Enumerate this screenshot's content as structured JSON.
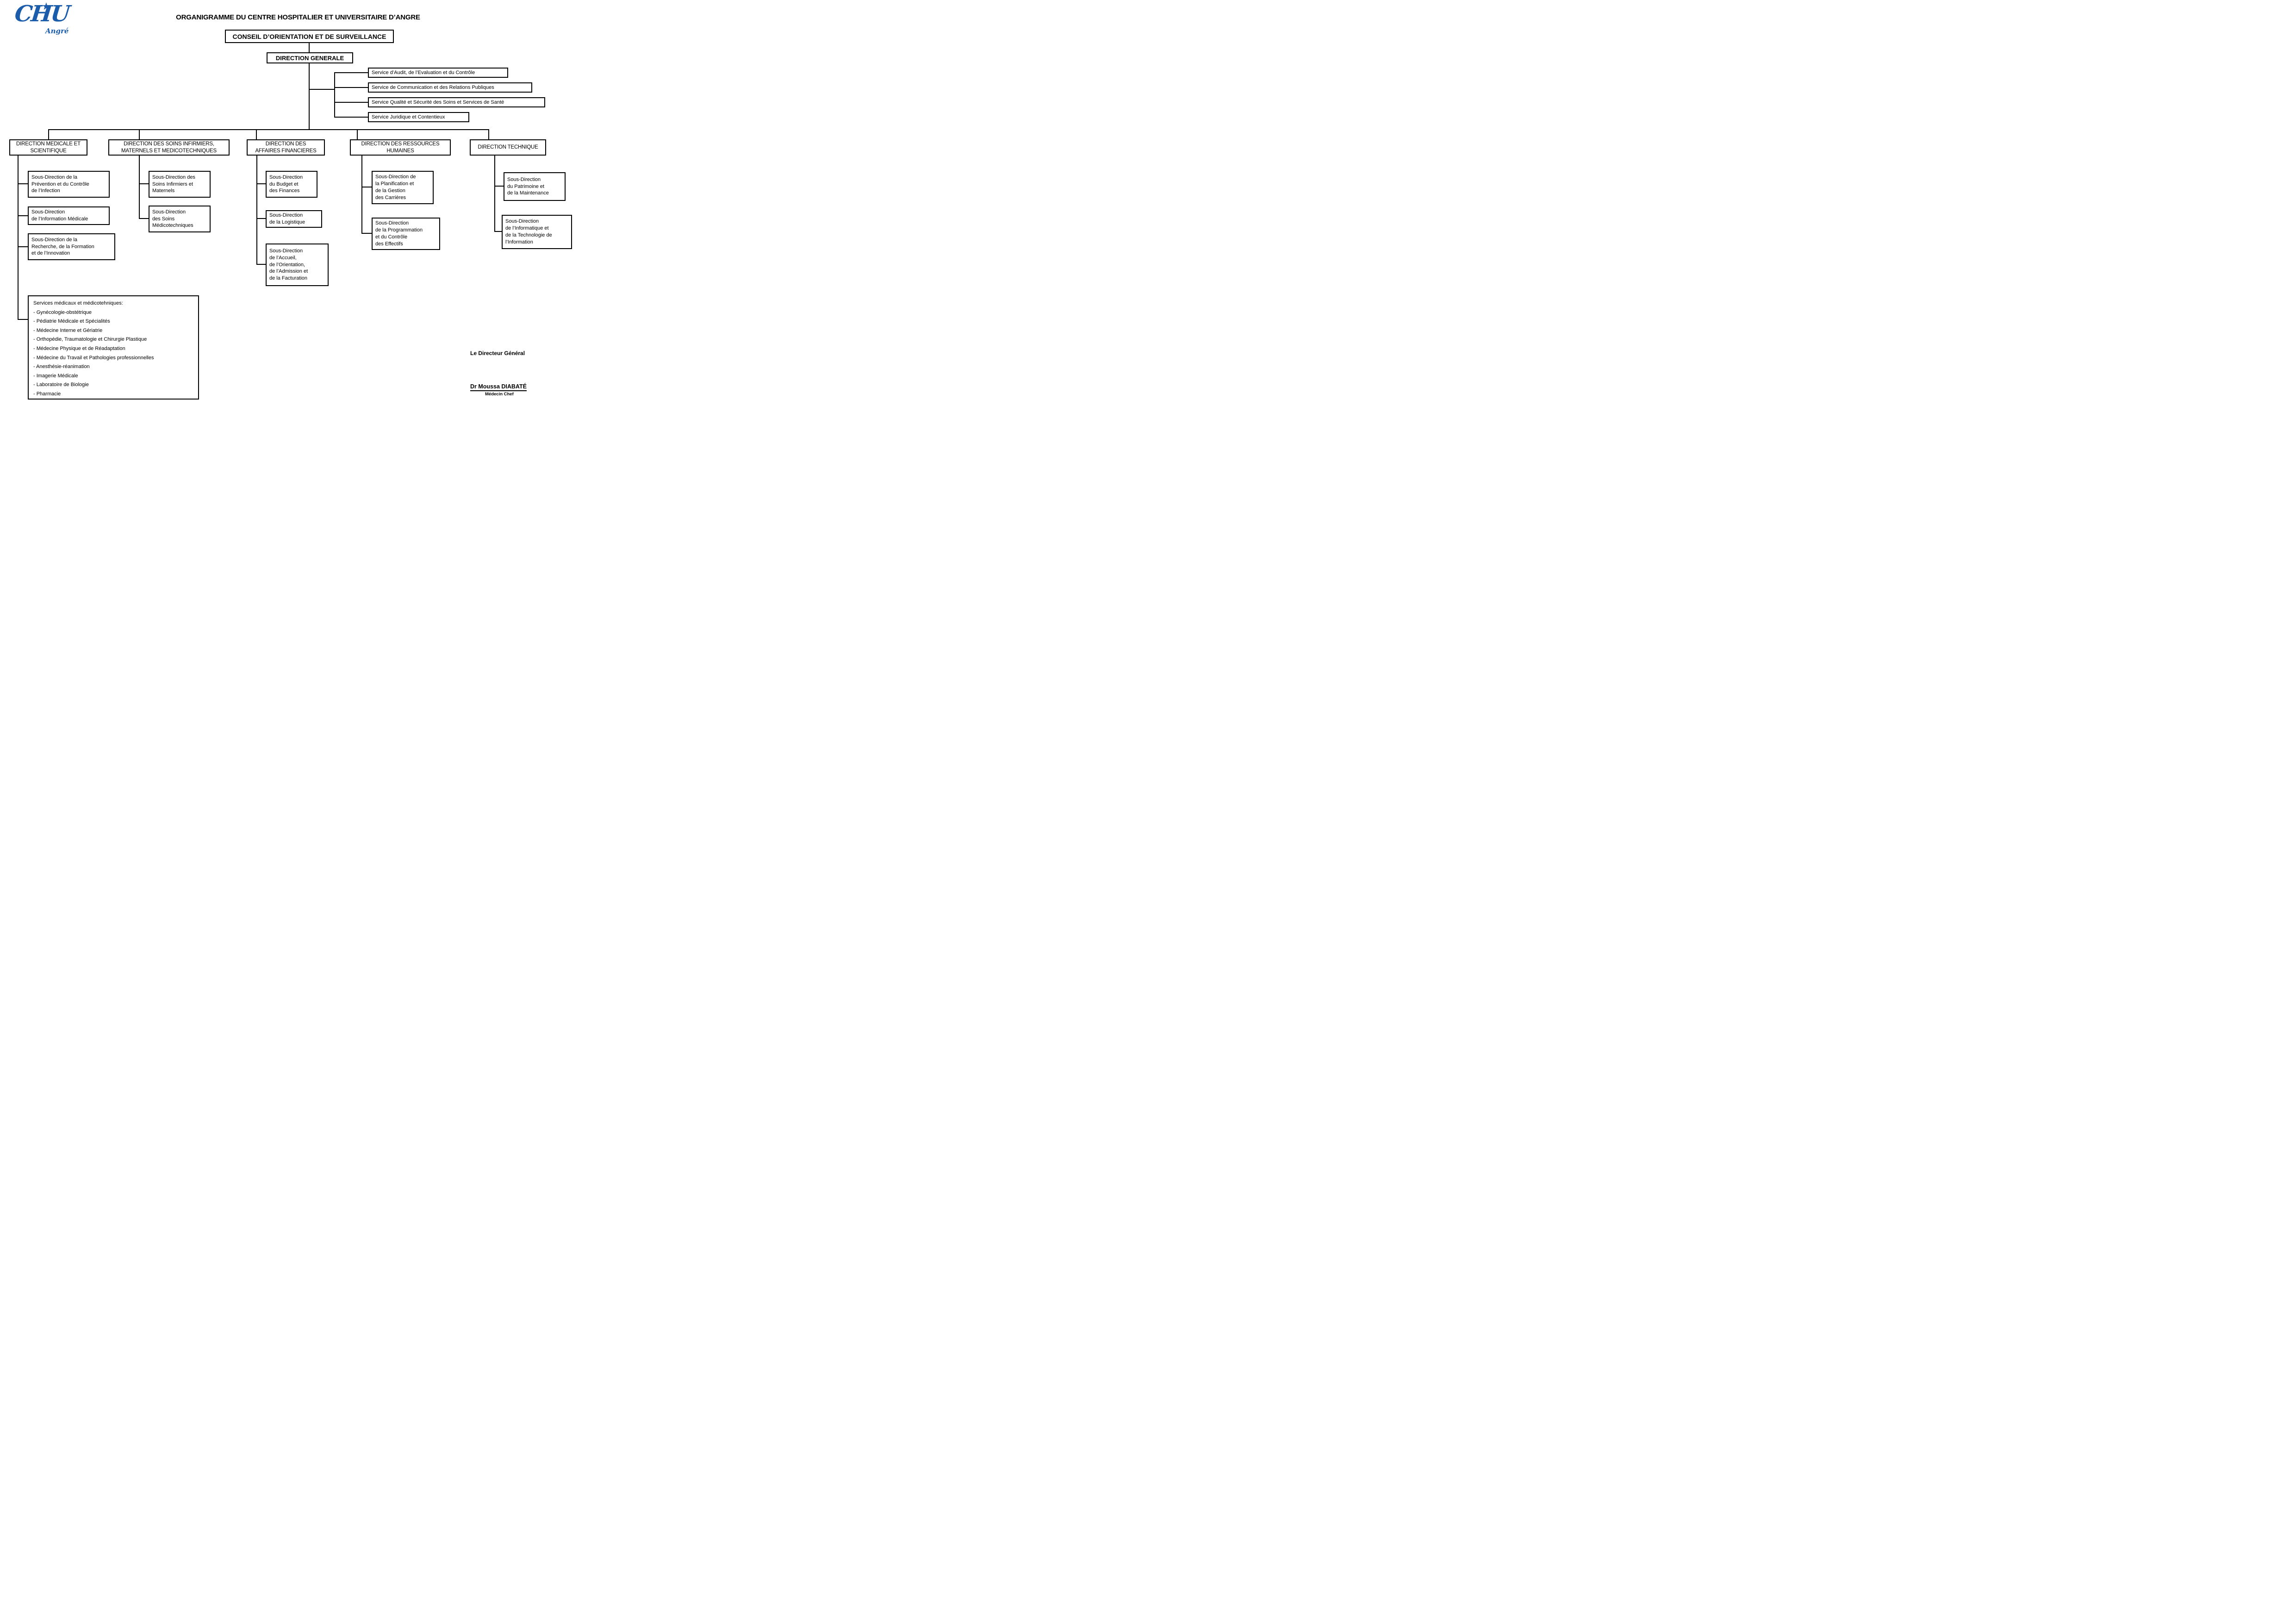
{
  "page_title": "ORGANIGRAMME DU CENTRE HOSPITALIER ET UNIVERSITAIRE D’ANGRE",
  "logo": {
    "acronym": "CHU",
    "star": "★",
    "city": "Angré",
    "brand_color": "#1b5cab"
  },
  "nodes": {
    "conseil": "CONSEIL D’ORIENTATION ET DE SURVEILLANCE",
    "direction_generale": "DIRECTION GENERALE"
  },
  "staff_services": [
    "Service d’Audit, de l’Evaluation et du Contrôle",
    "Service de Communication et des Relations Publiques",
    "Service Qualité et Sécurité des Soins et Services de Santé",
    "Service Juridique et Contentieux"
  ],
  "directions": [
    "DIRECTION MEDICALE ET\nSCIENTIFIQUE",
    "DIRECTION DES SOINS INFIRMIERS,\nMATERNELS ET MEDICOTECHNIQUES",
    "DIRECTION DES\nAFFAIRES FINANCIERES",
    "DIRECTION DES RESSOURCES\nHUMAINES",
    "DIRECTION TECHNIQUE"
  ],
  "sous_directions": {
    "medicale": [
      "Sous-Direction de la\nPrévention et du Contrôle\nde l’Infection",
      "Sous-Direction\nde l’Information Médicale",
      "Sous-Direction de la\nRecherche, de la Formation\net de l’Innovation"
    ],
    "soins": [
      "Sous-Direction des\nSoins Infirmiers et\nMaternels",
      "Sous-Direction\ndes Soins\nMédicotechniques"
    ],
    "finances": [
      "Sous-Direction\ndu Budget et\ndes Finances",
      "Sous-Direction\nde la Logistique",
      "Sous-Direction\nde l’Accueil,\nde l’Orientation,\nde l’Admission et\nde la Facturation"
    ],
    "ressources_humaines": [
      "Sous-Direction de\nla Planification et\nde la Gestion\ndes Carrières",
      "Sous-Direction\nde la Programmation\net du Contrôle\ndes Effectifs"
    ],
    "technique": [
      "Sous-Direction\ndu Patrimoine et\nde la Maintenance",
      "Sous-Direction\nde l’Informatique et\nde la Technologie de\nl’Information"
    ]
  },
  "medical_services": {
    "heading": "Services médicaux et médicotehniques:",
    "items": [
      "- Gynécologie-obstétrique",
      "- Pédiatrie Médicale et Spécialités",
      "- Médecine Interne et Gériatrie",
      "- Orthopédie, Traumatologie et Chirurgie Plastique",
      "- Médecine Physique et de Réadaptation",
      "- Médecine du Travail et Pathologies professionnelles",
      "- Anesthésie-réanimation",
      "- Imagerie Médicale",
      "- Laboratoire de Biologie",
      "- Pharmacie"
    ]
  },
  "signature": {
    "role": "Le Directeur Général",
    "name": "Dr Moussa DIABATÉ",
    "title": "Médecin Chef"
  }
}
